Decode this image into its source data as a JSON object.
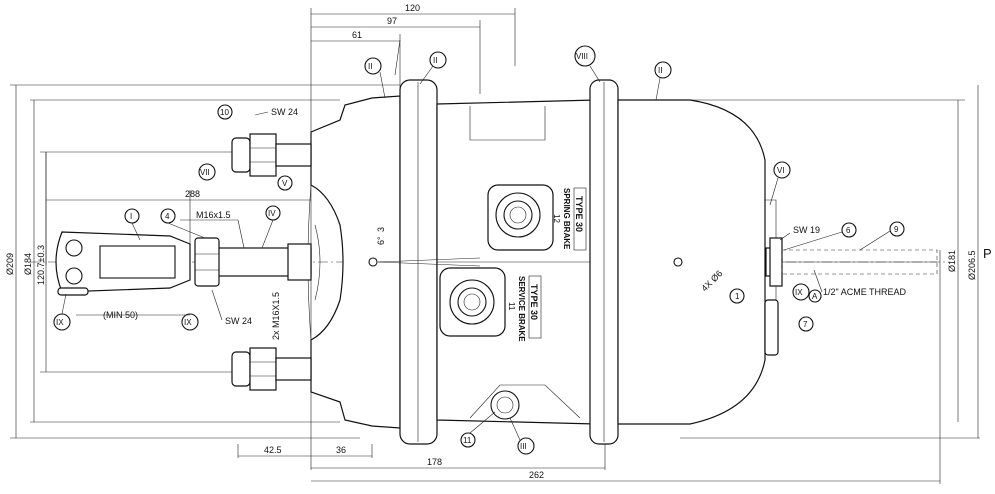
{
  "dimensions": {
    "d120": "120",
    "d97": "97",
    "d61": "61",
    "d288": "288",
    "d42_5": "42.5",
    "d36": "36",
    "d178": "178",
    "d262": "262",
    "dia209": "Ø209",
    "dia184": "Ø184",
    "d120_7": "120.7±0.3",
    "dia206_5": "Ø206.5",
    "dia181": "Ø181",
    "min50": "(MIN 50)",
    "angle6": "6°",
    "tol3": "3",
    "holes": "4X Ø6"
  },
  "callouts": {
    "sw24_top": "SW 24",
    "sw24_bot": "SW 24",
    "sw19": "SW 19",
    "m16": "M16x1.5",
    "m16_2x": "2x M16X1.5",
    "acme": "1/2\" ACME THREAD",
    "p": "P"
  },
  "labels": {
    "spring_type": "TYPE 30",
    "spring_name": "SPRING BRAKE",
    "spring_port": "12",
    "service_type": "TYPE 30",
    "service_name": "SERVICE BRAKE",
    "service_port": "11"
  },
  "bubbles": {
    "b10": "10",
    "b7": "VII",
    "b5": "V",
    "b1": "I",
    "b4": "4",
    "b4r": "IV",
    "b9l": "IX",
    "b9m": "IX",
    "b2a": "II",
    "b2b": "II",
    "b8": "VIII",
    "b2c": "II",
    "b6r": "VI",
    "b6": "6",
    "b9": "9",
    "b9r": "IX",
    "bA": "A",
    "b7n": "7",
    "b1n": "1",
    "b11": "11",
    "b3": "III"
  }
}
